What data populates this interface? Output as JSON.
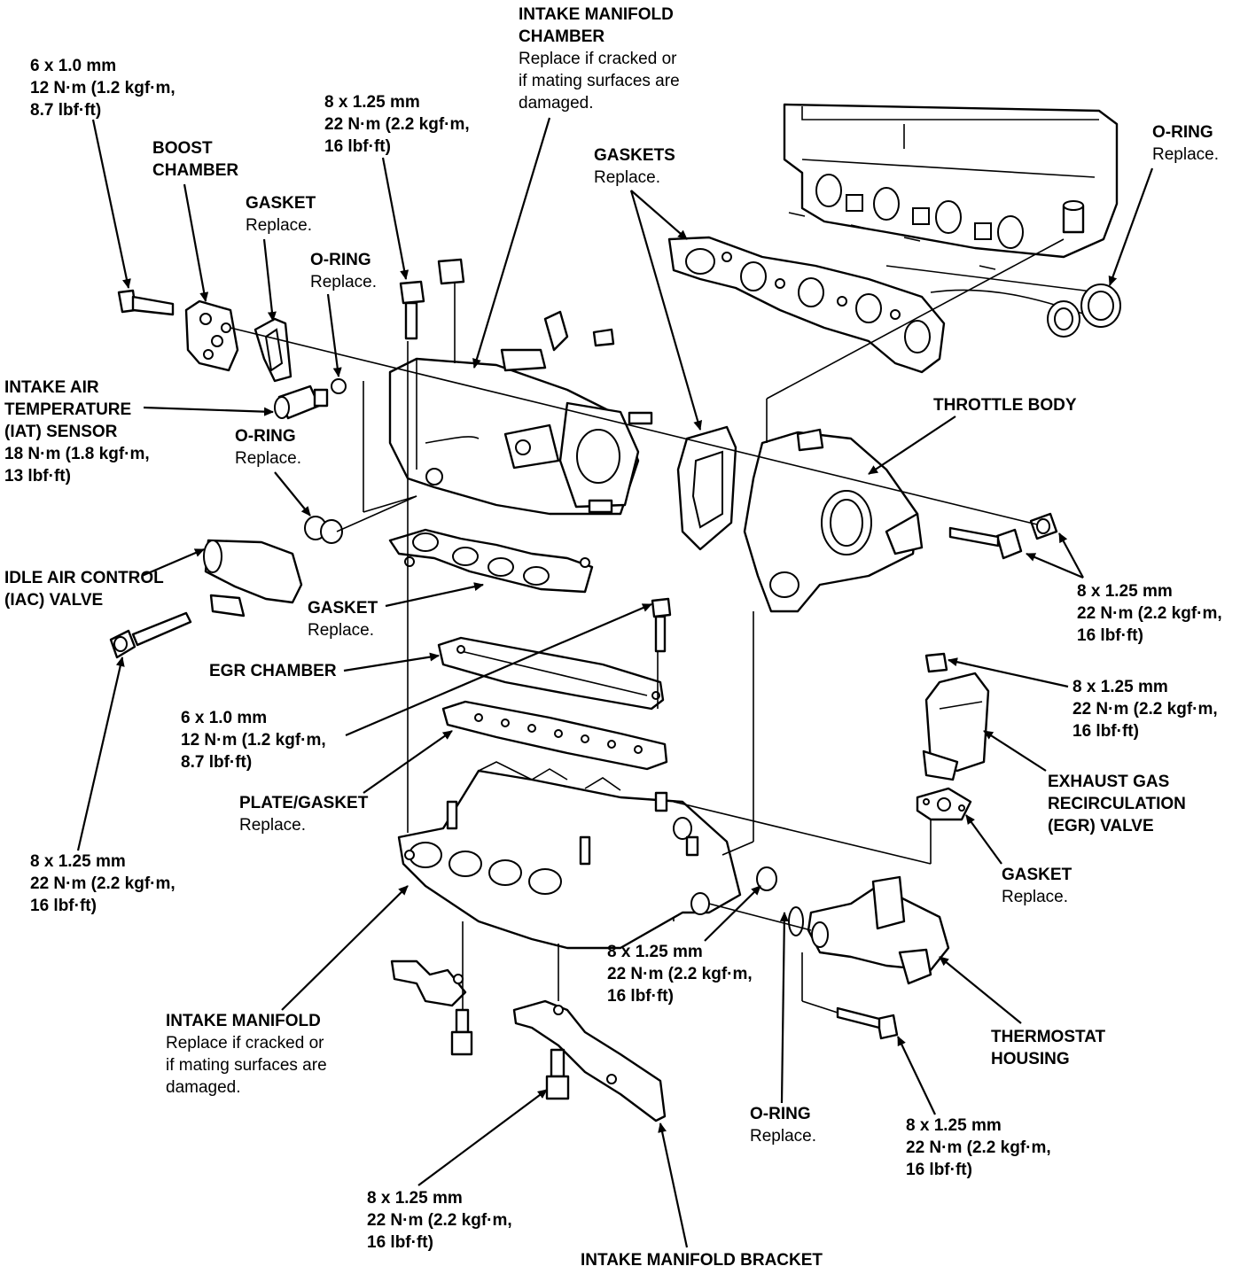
{
  "labels": {
    "bolt_6x1_top": {
      "lines": [
        "6 x 1.0 mm",
        "12 N·m (1.2 kgf·m,",
        "8.7 lbf·ft)"
      ]
    },
    "boost_chamber": {
      "lines": [
        "BOOST",
        "CHAMBER"
      ]
    },
    "gasket_1": {
      "lines": [
        "GASKET"
      ],
      "note": [
        "Replace."
      ]
    },
    "oring_1": {
      "lines": [
        "O-RING"
      ],
      "note": [
        "Replace."
      ]
    },
    "bolt_8x125_top": {
      "lines": [
        "8 x 1.25 mm",
        "22 N·m (2.2 kgf·m,",
        "16 lbf·ft)"
      ]
    },
    "intake_manifold_chamber": {
      "lines": [
        "INTAKE MANIFOLD",
        "CHAMBER"
      ],
      "note": [
        "Replace if cracked or",
        "if mating surfaces are",
        "damaged."
      ]
    },
    "gaskets_top": {
      "lines": [
        "GASKETS"
      ],
      "note": [
        "Replace."
      ]
    },
    "oring_top_right": {
      "lines": [
        "O-RING"
      ],
      "note": [
        "Replace."
      ]
    },
    "iat_sensor": {
      "lines": [
        "INTAKE AIR",
        "TEMPERATURE",
        "(IAT) SENSOR",
        "18 N·m (1.8 kgf·m,",
        "13 lbf·ft)"
      ]
    },
    "oring_2": {
      "lines": [
        "O-RING"
      ],
      "note": [
        "Replace."
      ]
    },
    "throttle_body": {
      "lines": [
        "THROTTLE BODY"
      ]
    },
    "iac_valve": {
      "lines": [
        "IDLE AIR CONTROL",
        "(IAC) VALVE"
      ]
    },
    "gasket_2": {
      "lines": [
        "GASKET"
      ],
      "note": [
        "Replace."
      ]
    },
    "bolt_8x125_right": {
      "lines": [
        "8 x 1.25 mm",
        "22 N·m (2.2 kgf·m,",
        "16 lbf·ft)"
      ]
    },
    "egr_chamber": {
      "lines": [
        "EGR CHAMBER"
      ]
    },
    "bolt_6x1_mid": {
      "lines": [
        "6 x 1.0 mm",
        "12 N·m (1.2 kgf·m,",
        "8.7 lbf·ft)"
      ]
    },
    "bolt_8x125_egr": {
      "lines": [
        "8 x 1.25 mm",
        "22 N·m (2.2 kgf·m,",
        "16 lbf·ft)"
      ]
    },
    "egr_valve": {
      "lines": [
        "EXHAUST GAS",
        "RECIRCULATION",
        "(EGR) VALVE"
      ]
    },
    "plate_gasket": {
      "lines": [
        "PLATE/GASKET"
      ],
      "note": [
        "Replace."
      ]
    },
    "bolt_8x125_left": {
      "lines": [
        "8 x 1.25 mm",
        "22 N·m (2.2 kgf·m,",
        "16 lbf·ft)"
      ]
    },
    "gasket_egr": {
      "lines": [
        "GASKET"
      ],
      "note": [
        "Replace."
      ]
    },
    "bolt_8x125_center": {
      "lines": [
        "8 x 1.25 mm",
        "22 N·m (2.2 kgf·m,",
        "16 lbf·ft)"
      ]
    },
    "thermostat_housing": {
      "lines": [
        "THERMOSTAT",
        "HOUSING"
      ]
    },
    "intake_manifold": {
      "lines": [
        "INTAKE MANIFOLD"
      ],
      "note": [
        "Replace if cracked or",
        "if mating surfaces are",
        "damaged."
      ]
    },
    "oring_bottom": {
      "lines": [
        "O-RING"
      ],
      "note": [
        "Replace."
      ]
    },
    "bolt_8x125_therm": {
      "lines": [
        "8 x 1.25 mm",
        "22 N·m (2.2 kgf·m,",
        "16 lbf·ft)"
      ]
    },
    "bolt_8x125_bottom": {
      "lines": [
        "8 x 1.25 mm",
        "22 N·m (2.2 kgf·m,",
        "16 lbf·ft)"
      ]
    },
    "intake_manifold_bracket": {
      "lines": [
        "INTAKE MANIFOLD BRACKET"
      ]
    }
  }
}
